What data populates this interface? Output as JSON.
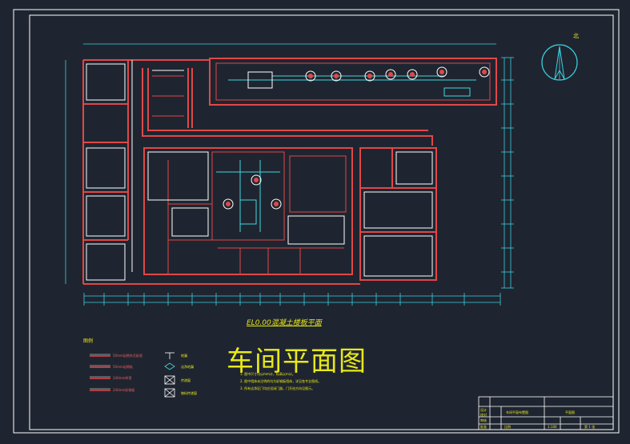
{
  "drawing": {
    "title": "车间平面图",
    "subtitle": "EL0.00混凝土楼板平面",
    "compass_label": "北"
  },
  "legend": {
    "heading": "图例",
    "items": [
      {
        "label": "50mm岩棉夹芯板墙",
        "color": "#e04848"
      },
      {
        "label": "50mm岩棉板",
        "color": "#e04848"
      },
      {
        "label": "240mm砖墙",
        "color": "#e04848"
      },
      {
        "label": "240mm彩钢板",
        "color": "#e04848"
      }
    ]
  },
  "symbols": {
    "items": [
      {
        "label": "地漏"
      },
      {
        "label": "洁净地漏"
      },
      {
        "label": "传递窗"
      },
      {
        "label": "物料传递窗"
      }
    ]
  },
  "notes": {
    "lines": [
      "1. 图中尺寸均以mm计，标高以m计。",
      "2. 图中墙体未注明的均为彩钢板墙体，详见各专业图纸。",
      "3. 所有洁净区门均应设闭门器，门开启方向见图示。"
    ]
  },
  "title_block": {
    "project": "车间平面布置图",
    "drawing_name": "平面图",
    "labels": [
      "设计",
      "校对",
      "审核",
      "批准"
    ],
    "scale_label": "比例",
    "scale_value": "1:100",
    "sheet_label": "第 1 张"
  },
  "colors": {
    "background": "#1f2530",
    "frame": "#ffffff",
    "wall": "#e04848",
    "dimension": "#3ad0e0",
    "text": "#e8e81a",
    "equipment": "#40d8e0"
  }
}
